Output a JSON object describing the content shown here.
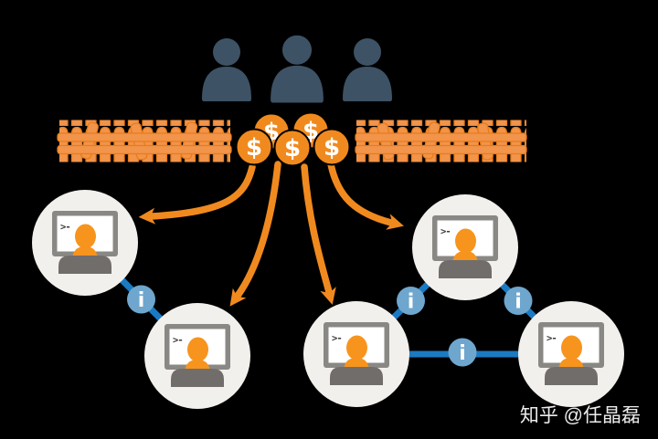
{
  "diagram": {
    "audience": {
      "icon": "person-icon",
      "count": 3,
      "color": "#3D5265"
    },
    "barrier": {
      "icon": "picket-fence-icon",
      "sections": 2,
      "color": "#F2944A"
    },
    "coins": {
      "icon": "dollar-coin-icon",
      "symbol": "$",
      "count": 5,
      "color": "#F08A1F"
    },
    "payment_arrows": {
      "icon": "curved-arrow-icon",
      "count": 4,
      "color": "#F08A1F"
    },
    "compute_nodes": {
      "icon": "terminal-user-icon",
      "count": 5,
      "terminal_prompt": ">-",
      "circle_color": "#F2F0ED",
      "person_color": "#F7941E",
      "shoulder_color": "#716D6A",
      "monitor_color": "#8A8885"
    },
    "info_links": {
      "icon": "info-badge-icon",
      "label": "i",
      "count": 4,
      "line_color": "#1B7AC2",
      "badge_color": "#6EA6CE"
    }
  },
  "watermark": {
    "text": "知乎 @任晶磊"
  },
  "colors": {
    "background": "#000000",
    "orange": "#F08A1F",
    "fence_fill": "#F2944A",
    "fence_stroke": "#E87C19",
    "audience_navy": "#3D5265",
    "link_blue": "#1B7AC2",
    "badge_blue": "#6EA6CE",
    "node_fill": "#F2F0ED",
    "watermark_gray": "#ECECEC"
  }
}
